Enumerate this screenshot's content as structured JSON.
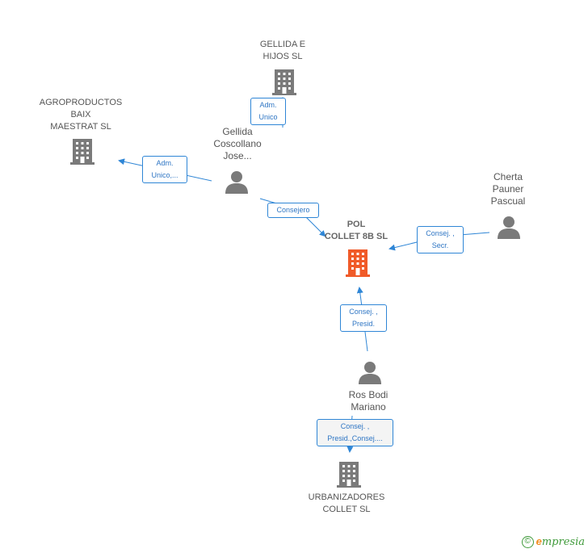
{
  "nodes": {
    "gellida_hijos": {
      "lines": [
        "GELLIDA E",
        "HIJOS SL"
      ],
      "icon": "building-icon",
      "color": "#7a7a7a"
    },
    "agroproductos": {
      "lines": [
        "AGROPRODUCTOS",
        "BAIX",
        "MAESTRAT SL"
      ],
      "icon": "building-icon",
      "color": "#7a7a7a"
    },
    "gellida_coscollano": {
      "lines": [
        "Gellida",
        "Coscollano",
        "Jose..."
      ],
      "icon": "person-icon",
      "color": "#7a7a7a"
    },
    "cherta_pauner": {
      "lines": [
        "Cherta",
        "Pauner",
        "Pascual"
      ],
      "icon": "person-icon",
      "color": "#7a7a7a"
    },
    "pol_collet": {
      "lines": [
        "POL",
        "COLLET 8B SL"
      ],
      "icon": "building-icon",
      "color": "#f05a28"
    },
    "ros_bodi": {
      "lines": [
        "Ros Bodi",
        "Mariano"
      ],
      "icon": "person-icon",
      "color": "#7a7a7a"
    },
    "urbanizadores": {
      "lines": [
        "URBANIZADORES",
        "COLLET SL"
      ],
      "icon": "building-icon",
      "color": "#7a7a7a"
    }
  },
  "edges": {
    "gellida_to_hijos": [
      "Adm.",
      "Unico"
    ],
    "gellida_to_agro": [
      "Adm.",
      "Unico,..."
    ],
    "gellida_to_pol": [
      "Consejero"
    ],
    "cherta_to_pol": [
      "Consej. ,",
      "Secr."
    ],
    "ros_to_pol": [
      "Consej. ,",
      "Presid."
    ],
    "ros_to_urban": [
      "Consej. ,",
      "Presid.,Consej...."
    ]
  },
  "colors": {
    "edge": "#2f86d6",
    "node_gray": "#7a7a7a",
    "node_main": "#f05a28"
  },
  "brand": {
    "copyright": "©",
    "e": "e",
    "rest": "mpresia"
  }
}
